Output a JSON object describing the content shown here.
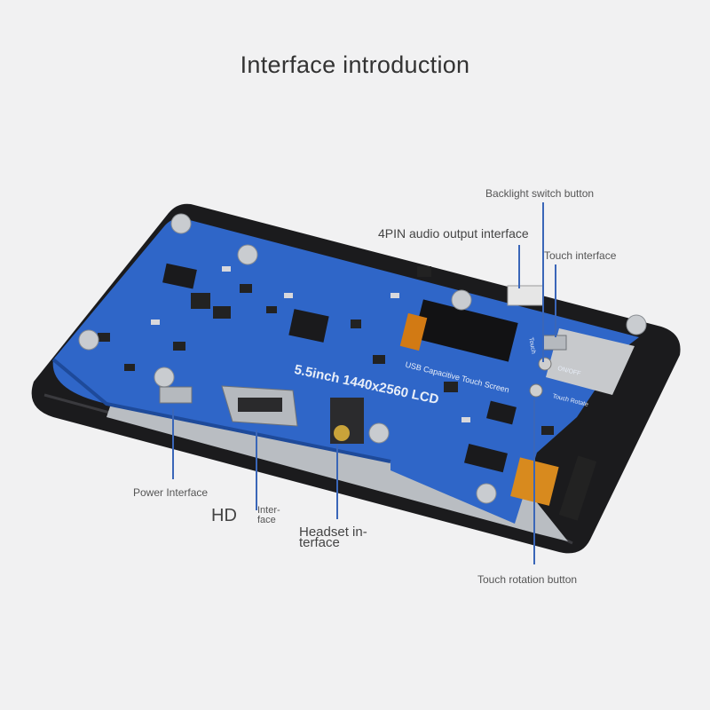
{
  "title": "Interface introduction",
  "labels": {
    "backlight": "Backlight switch button",
    "audio": "4PIN audio output interface",
    "touch": "Touch interface",
    "power": "Power Interface",
    "hd": "HD",
    "inter_1": "Inter-",
    "inter_2": "face",
    "headset_1": "Headset in-",
    "headset_2": "terface",
    "rotation": "Touch rotation button"
  },
  "board_text": {
    "model": "5.5inch 1440x2560 LCD",
    "sub": "USB Capacitive Touch Screen",
    "onoff": "ON/OFF",
    "touch_rotate": "Touch Rotate",
    "touch": "Touch"
  },
  "colors": {
    "pcb": "#2f66c8",
    "pcb_dark": "#1e4a9a",
    "frame": "#1b1b1d",
    "connector": "#9aa0a6",
    "fpc": "#d88a1e",
    "leader": "#3a66b8"
  }
}
